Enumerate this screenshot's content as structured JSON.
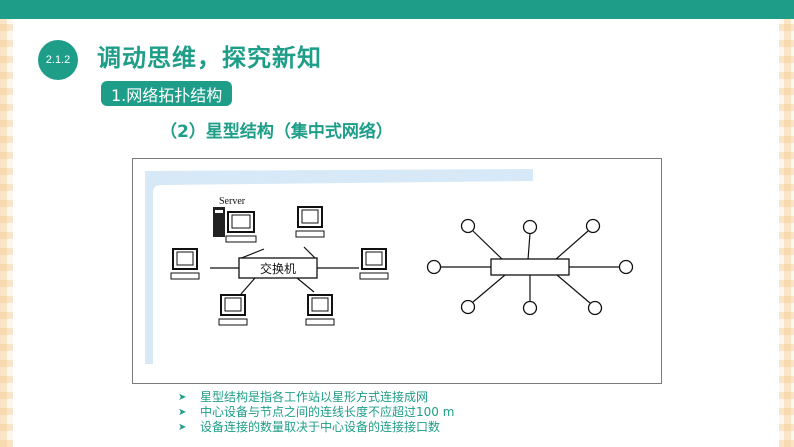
{
  "header": {
    "section_number": "2.1.2",
    "title": "调动思维，探究新知"
  },
  "content": {
    "subtitle": "1.网络拓扑结构",
    "subheading": "（2）星型结构（集中式网络）"
  },
  "figure": {
    "server_label": "Server",
    "switch_label": "交换机"
  },
  "bullets": [
    "星型结构是指各工作站以星形方式连接成网",
    "中心设备与节点之间的连线长度不应超过100 m",
    "设备连接的数量取决于中心设备的连接接口数"
  ],
  "colors": {
    "accent": "#1e9e88",
    "background": "#fdf8ef",
    "highlight_band": "#d7e8f6"
  },
  "icons": {
    "bullet": "arrow-right-icon",
    "computer": "computer-icon",
    "server": "server-icon"
  }
}
